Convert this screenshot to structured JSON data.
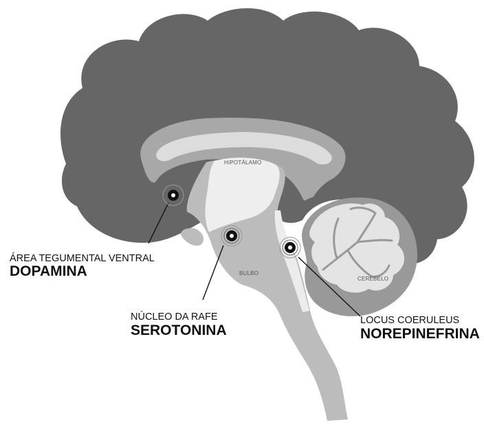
{
  "labels": {
    "hipotalamo": "HIPOTÁLAMO",
    "bulbo": "BULBO",
    "cerebelo": "CEREBELO"
  },
  "markers": [
    {
      "region": "ÁREA TEGUMENTAL VENTRAL",
      "neurotransmitter": "DOPAMINA"
    },
    {
      "region": "NÚCLEO DA RAFE",
      "neurotransmitter": "SEROTONINA"
    },
    {
      "region": "LOCUS COERULEUS",
      "neurotransmitter": "NOREPINEFRINA"
    }
  ],
  "colors": {
    "cortex": "#666666",
    "inner_tissue": "#a8a8a8",
    "hypothalamus": "#eeeeee",
    "brainstem": "#bcbcbc",
    "cerebellum_outer": "#999999",
    "cerebellum_arbor": "#e4e4e4",
    "marker": "#111111",
    "text": "#111111"
  }
}
